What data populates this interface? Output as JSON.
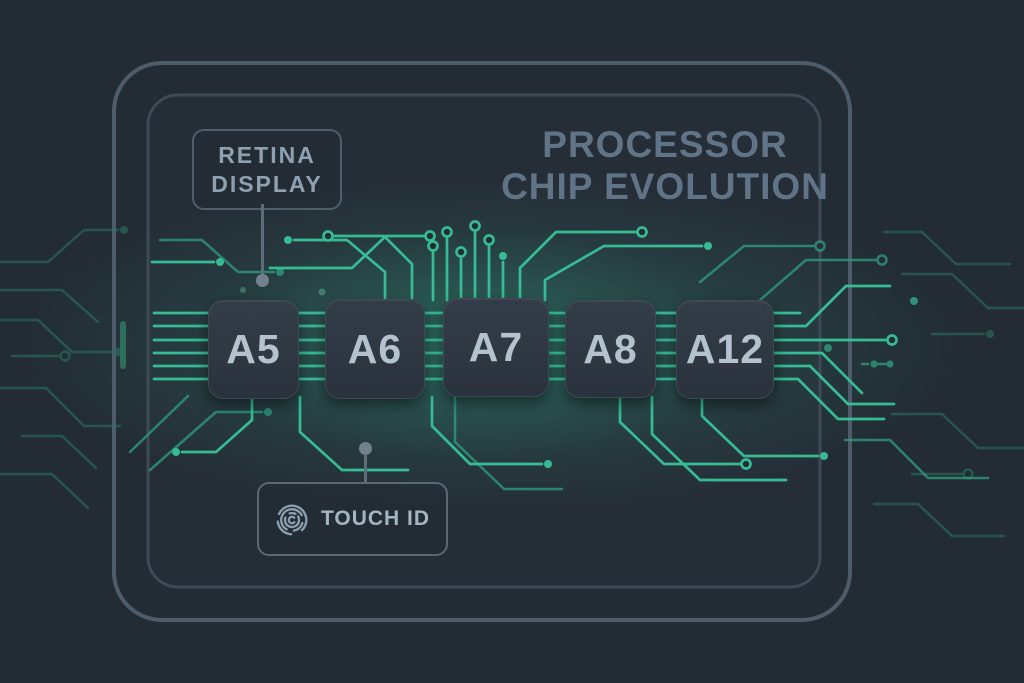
{
  "title": {
    "line1": "PROCESSOR",
    "line2": "CHIP EVOLUTION"
  },
  "chips": {
    "labels": [
      "A5",
      "A6",
      "A7",
      "A8",
      "A12"
    ]
  },
  "callouts": {
    "retina": {
      "line1": "RETINA",
      "line2": "DISPLAY"
    },
    "touch_id": {
      "label": "TOUCH ID",
      "icon": "fingerprint-icon"
    }
  },
  "colors": {
    "background": "#232c35",
    "trace_bright": "#38c79c",
    "trace_mid": "#2fa583",
    "trace_faint": "#2b7a64",
    "frame_outer": "#4e5b69",
    "frame_inner": "#3e4a56",
    "chip_fill": "#2e3842",
    "chip_text": "#b4c2cf",
    "title_text": "#617487",
    "callout_text": "#8fa1b1",
    "connector": "#73808d"
  }
}
